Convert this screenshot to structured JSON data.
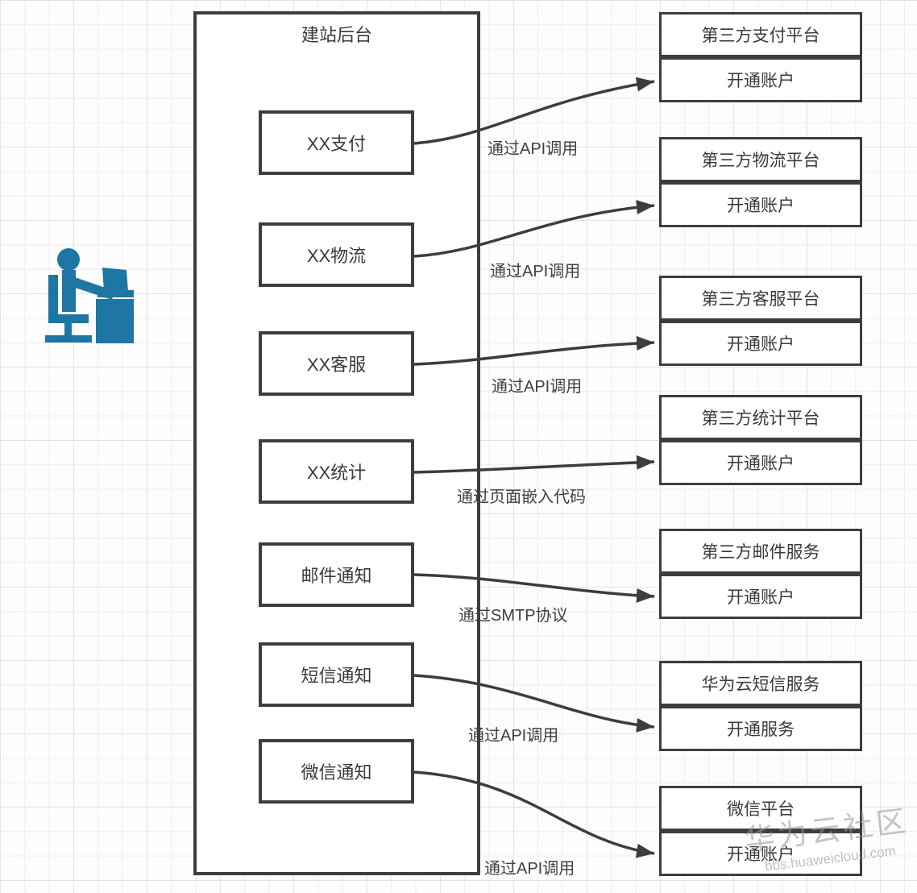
{
  "backend": {
    "title": "建站后台",
    "modules": [
      {
        "label": "XX支付"
      },
      {
        "label": "XX物流"
      },
      {
        "label": "XX客服"
      },
      {
        "label": "XX统计"
      },
      {
        "label": "邮件通知"
      },
      {
        "label": "短信通知"
      },
      {
        "label": "微信通知"
      }
    ]
  },
  "targets": [
    {
      "title": "第三方支付平台",
      "action": "开通账户"
    },
    {
      "title": "第三方物流平台",
      "action": "开通账户"
    },
    {
      "title": "第三方客服平台",
      "action": "开通账户"
    },
    {
      "title": "第三方统计平台",
      "action": "开通账户"
    },
    {
      "title": "第三方邮件服务",
      "action": "开通账户"
    },
    {
      "title": "华为云短信服务",
      "action": "开通服务"
    },
    {
      "title": "微信平台",
      "action": "开通账户"
    }
  ],
  "connections": [
    {
      "label": "通过API调用"
    },
    {
      "label": "通过API调用"
    },
    {
      "label": "通过API调用"
    },
    {
      "label": "通过页面嵌入代码"
    },
    {
      "label": "通过SMTP协议"
    },
    {
      "label": "通过API调用"
    },
    {
      "label": "通过API调用"
    }
  ],
  "watermark": {
    "line1": "华为云社区",
    "line2": "bbs.huaweicloud.com"
  },
  "colors": {
    "border": "#3d3d3d",
    "text": "#3a3a3a",
    "person_icon": "#1d76a3",
    "watermark": "#969696"
  }
}
